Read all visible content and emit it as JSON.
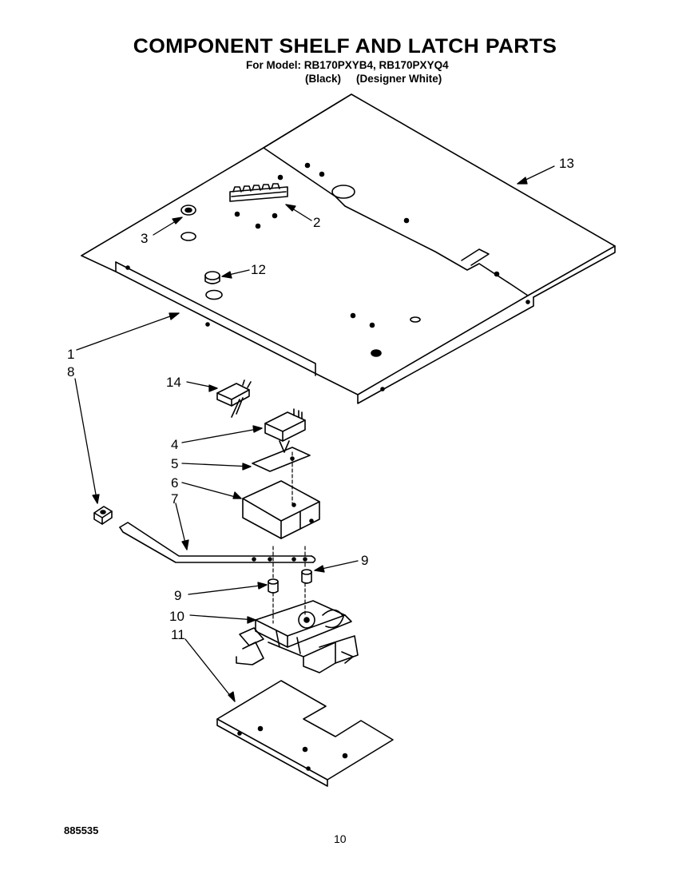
{
  "header": {
    "title": "COMPONENT SHELF AND LATCH PARTS",
    "model_line": "For Model: RB170PXYB4, RB170PXYQ4",
    "color_black": "(Black)",
    "color_white": "(Designer White)"
  },
  "callouts": {
    "c1": "1",
    "c2": "2",
    "c3": "3",
    "c4": "4",
    "c5": "5",
    "c6": "6",
    "c7": "7",
    "c8": "8",
    "c9a": "9",
    "c9b": "9",
    "c10": "10",
    "c11": "11",
    "c12": "12",
    "c13": "13",
    "c14": "14"
  },
  "footer": {
    "doc_number": "885535",
    "page_number": "10"
  }
}
